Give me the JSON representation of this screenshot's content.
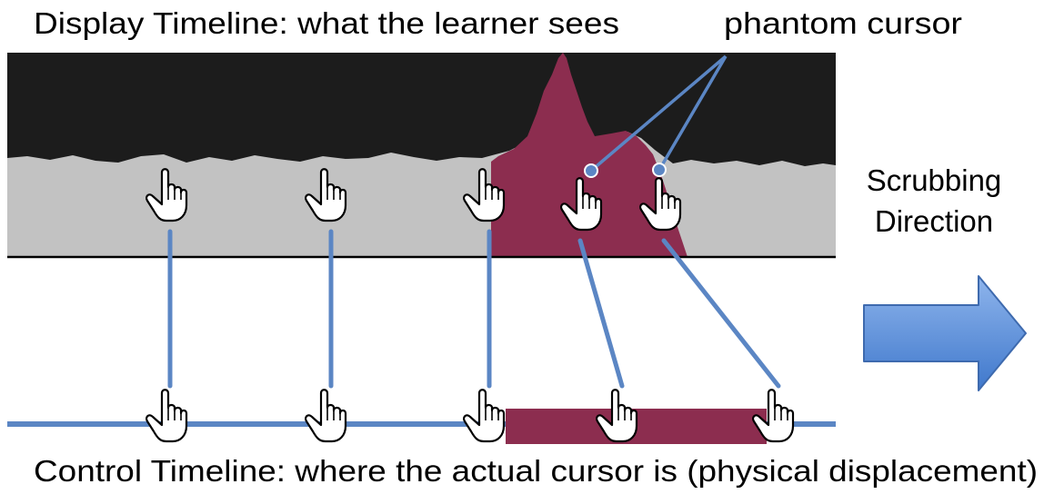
{
  "labels": {
    "display_timeline": "Display Timeline: what the learner sees",
    "phantom_cursor": "phantom cursor",
    "scrubbing_line1": "Scrubbing",
    "scrubbing_line2": "Direction",
    "control_timeline": "Control Timeline: where the actual cursor is (physical displacement)"
  },
  "colors": {
    "background_dark": "#1c1c1c",
    "waveform_gray": "#c2c2c2",
    "highlight": "#8c2d4f",
    "connector": "#5b86c4",
    "arrow": "#4f83cf",
    "arrow_edge": "#3e6aae",
    "baseline": "#000000"
  },
  "icons": {
    "cursor": "pointing-hand-cursor-icon",
    "arrow": "right-arrow-icon"
  },
  "cursor_count": 5,
  "phantom_cursor_count": 2
}
